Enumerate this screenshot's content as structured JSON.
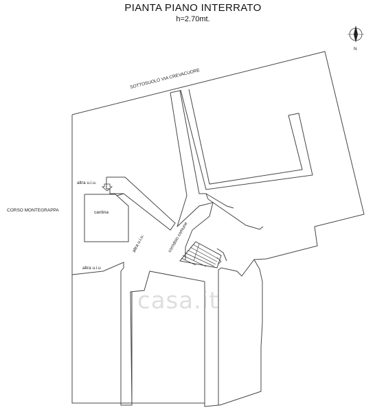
{
  "header": {
    "title": "PIANTA PIANO INTERRATO",
    "height_note": "h=2.70mt."
  },
  "compass": {
    "north_label": "N"
  },
  "labels": {
    "street_top": "SOTTOSUOLO VIA CREVACUORE",
    "street_left": "CORSO MONTEGRAPPA",
    "altra_uiu_1": "altra u.i.u.",
    "altra_uiu_2": "altra u.i.u.",
    "altra_uiu_3": "altra u.i.u",
    "cantina": "cantina",
    "corridoio": "corridoio comune"
  },
  "watermark": "casa.it"
}
